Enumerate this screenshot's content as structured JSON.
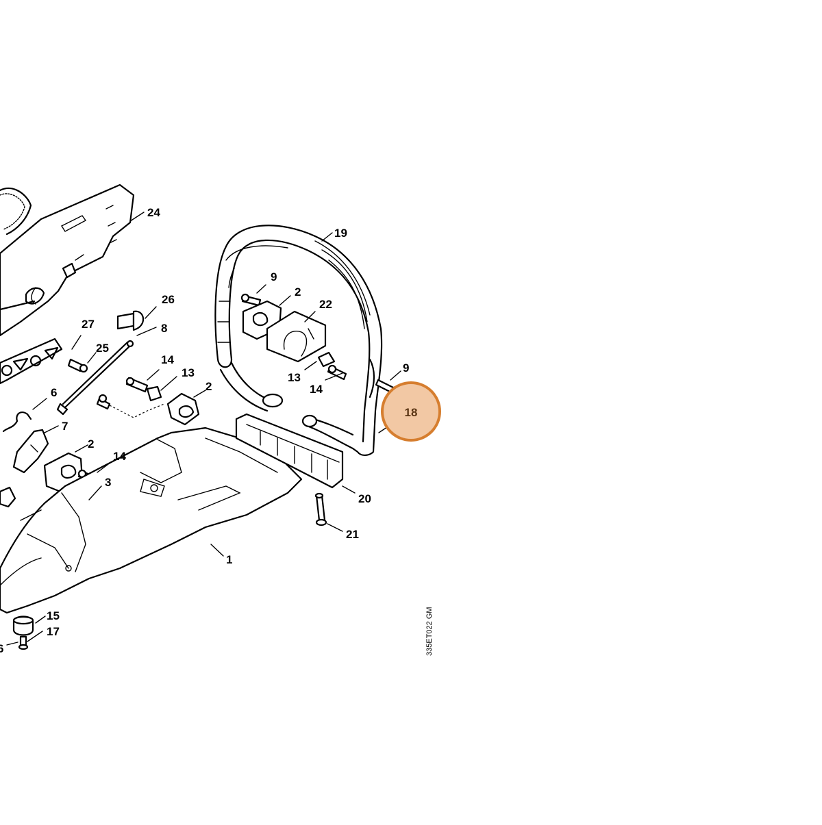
{
  "diagram": {
    "code": "335ET022 GM",
    "highlight": {
      "label": "18",
      "fill": "#f2c8a4",
      "stroke": "#d67e2f",
      "text_color": "#5a3514"
    },
    "callouts": [
      "24",
      "19",
      "9",
      "2",
      "22",
      "26",
      "27",
      "8",
      "25",
      "14",
      "13",
      "2",
      "9",
      "13",
      "14",
      "6",
      "7",
      "2",
      "14",
      "3",
      "20",
      "21",
      "1",
      "15",
      "17",
      "6"
    ]
  }
}
